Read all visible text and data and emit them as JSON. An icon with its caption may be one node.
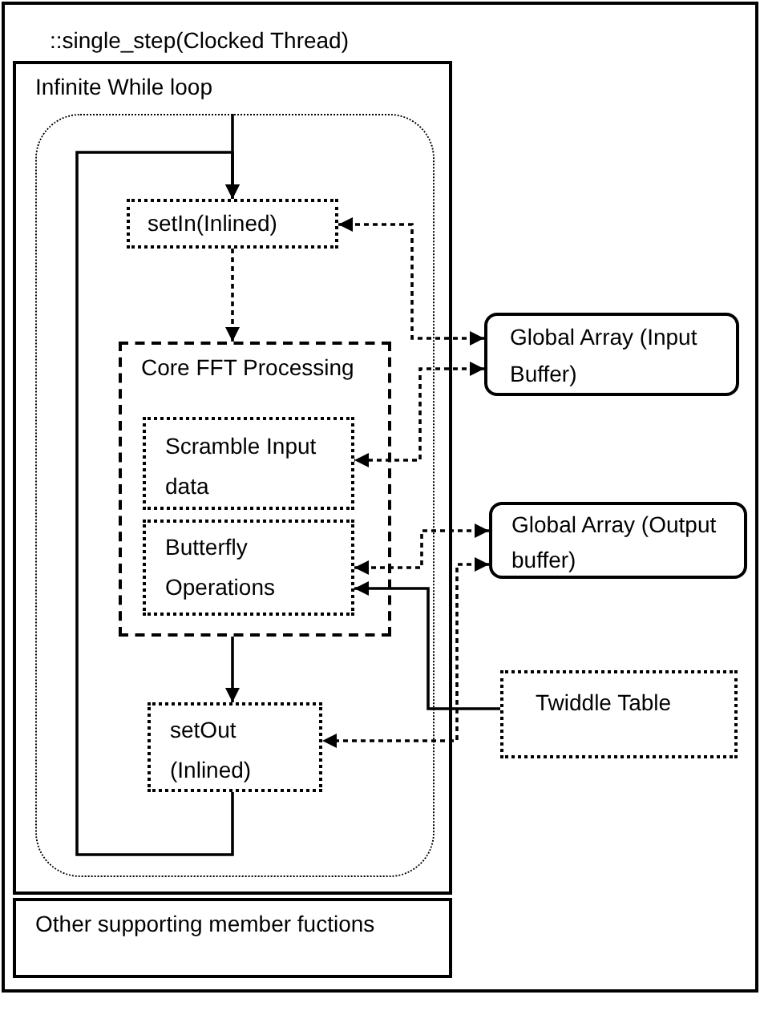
{
  "diagram": {
    "nodes": [
      {
        "text": [
          "::single_step(Clocked Thread)"
        ]
      },
      {
        "text": [
          "Infinite While loop"
        ],
        "in": 0
      },
      {
        "text": [],
        "shape": "box",
        "in": 1
      },
      {
        "text": [
          "setIn(Inlined)"
        ],
        "in": 2
      },
      {
        "text": [
          "Core FFT Processing"
        ],
        "in": 2
      },
      {
        "text": [
          "Scramble Input data"
        ],
        "in": 4
      },
      {
        "text": [
          "Butterfly Operations"
        ],
        "in": 4
      },
      {
        "text": [
          "setOut (Inlined)"
        ],
        "in": 2
      },
      {
        "text": [
          "Other supporting member fuctions"
        ],
        "in": 0
      },
      {
        "text": [
          "Global Array (Input Buffer)"
        ],
        "in": 0
      },
      {
        "text": [
          "Global Array (Output buffer)"
        ],
        "in": 0
      },
      {
        "text": [
          "Twiddle Table"
        ],
        "in": 0
      }
    ],
    "edges": [
      {
        "from": null,
        "to": 3,
        "arrow": "to"
      },
      {
        "from": 3,
        "to": 4,
        "arrow": "to",
        "style": "dashed"
      },
      {
        "from": 4,
        "to": 7,
        "arrow": "to"
      },
      {
        "from": 7,
        "to": 3,
        "arrow": "to"
      },
      {
        "from": 9,
        "to": 3,
        "arrow": "both",
        "style": "dashed"
      },
      {
        "from": 9,
        "to": 5,
        "arrow": "both",
        "style": "dashed"
      },
      {
        "from": 10,
        "to": 6,
        "arrow": "both",
        "style": "dashed"
      },
      {
        "from": 10,
        "to": 7,
        "arrow": "both",
        "style": "dashed"
      },
      {
        "from": 11,
        "to": 6,
        "arrow": "to"
      }
    ]
  }
}
